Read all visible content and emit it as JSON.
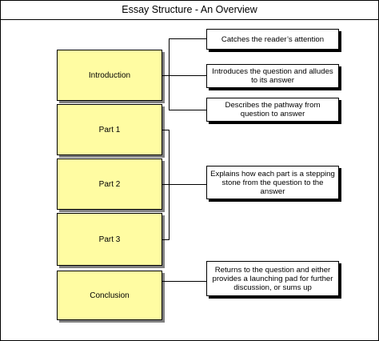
{
  "title": "Essay Structure - An Overview",
  "parts": [
    "Introduction",
    "Part 1",
    "Part 2",
    "Part 3",
    "Conclusion"
  ],
  "notes": [
    "Catches the reader’s attention",
    "Introduces the question and alludes to its answer",
    "Describes the pathway from question to answer",
    "Explains how each part is a stepping stone from the question to the answer",
    "Returns to the question and either provides a launching pad for further discussion, or sums up"
  ],
  "colors": {
    "part_fill": "#fffca2",
    "part_shadow": "#7f7f7f",
    "note_shadow": "#000000"
  }
}
